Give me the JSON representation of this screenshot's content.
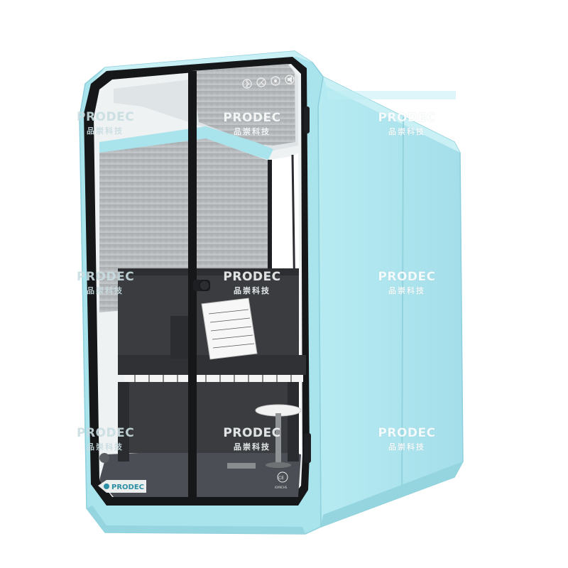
{
  "product": {
    "brand_badge": "PRODEC",
    "certification_mark": "CE",
    "certification_caption": "IOMICHS"
  },
  "watermark": {
    "brand": "PRODEC",
    "subtitle": "品崇科技"
  },
  "colors": {
    "shell": "#a9e3ec",
    "shell_shade": "#8fd2de",
    "shell_light": "#c8f0f5",
    "frame": "#1d1f22",
    "felt": "#b9bcbe",
    "piano": "#3a3c3f",
    "glass": "#e9eef0"
  },
  "icons": [
    "bluetooth-icon",
    "fan-icon",
    "light-icon",
    "speaker-icon"
  ]
}
